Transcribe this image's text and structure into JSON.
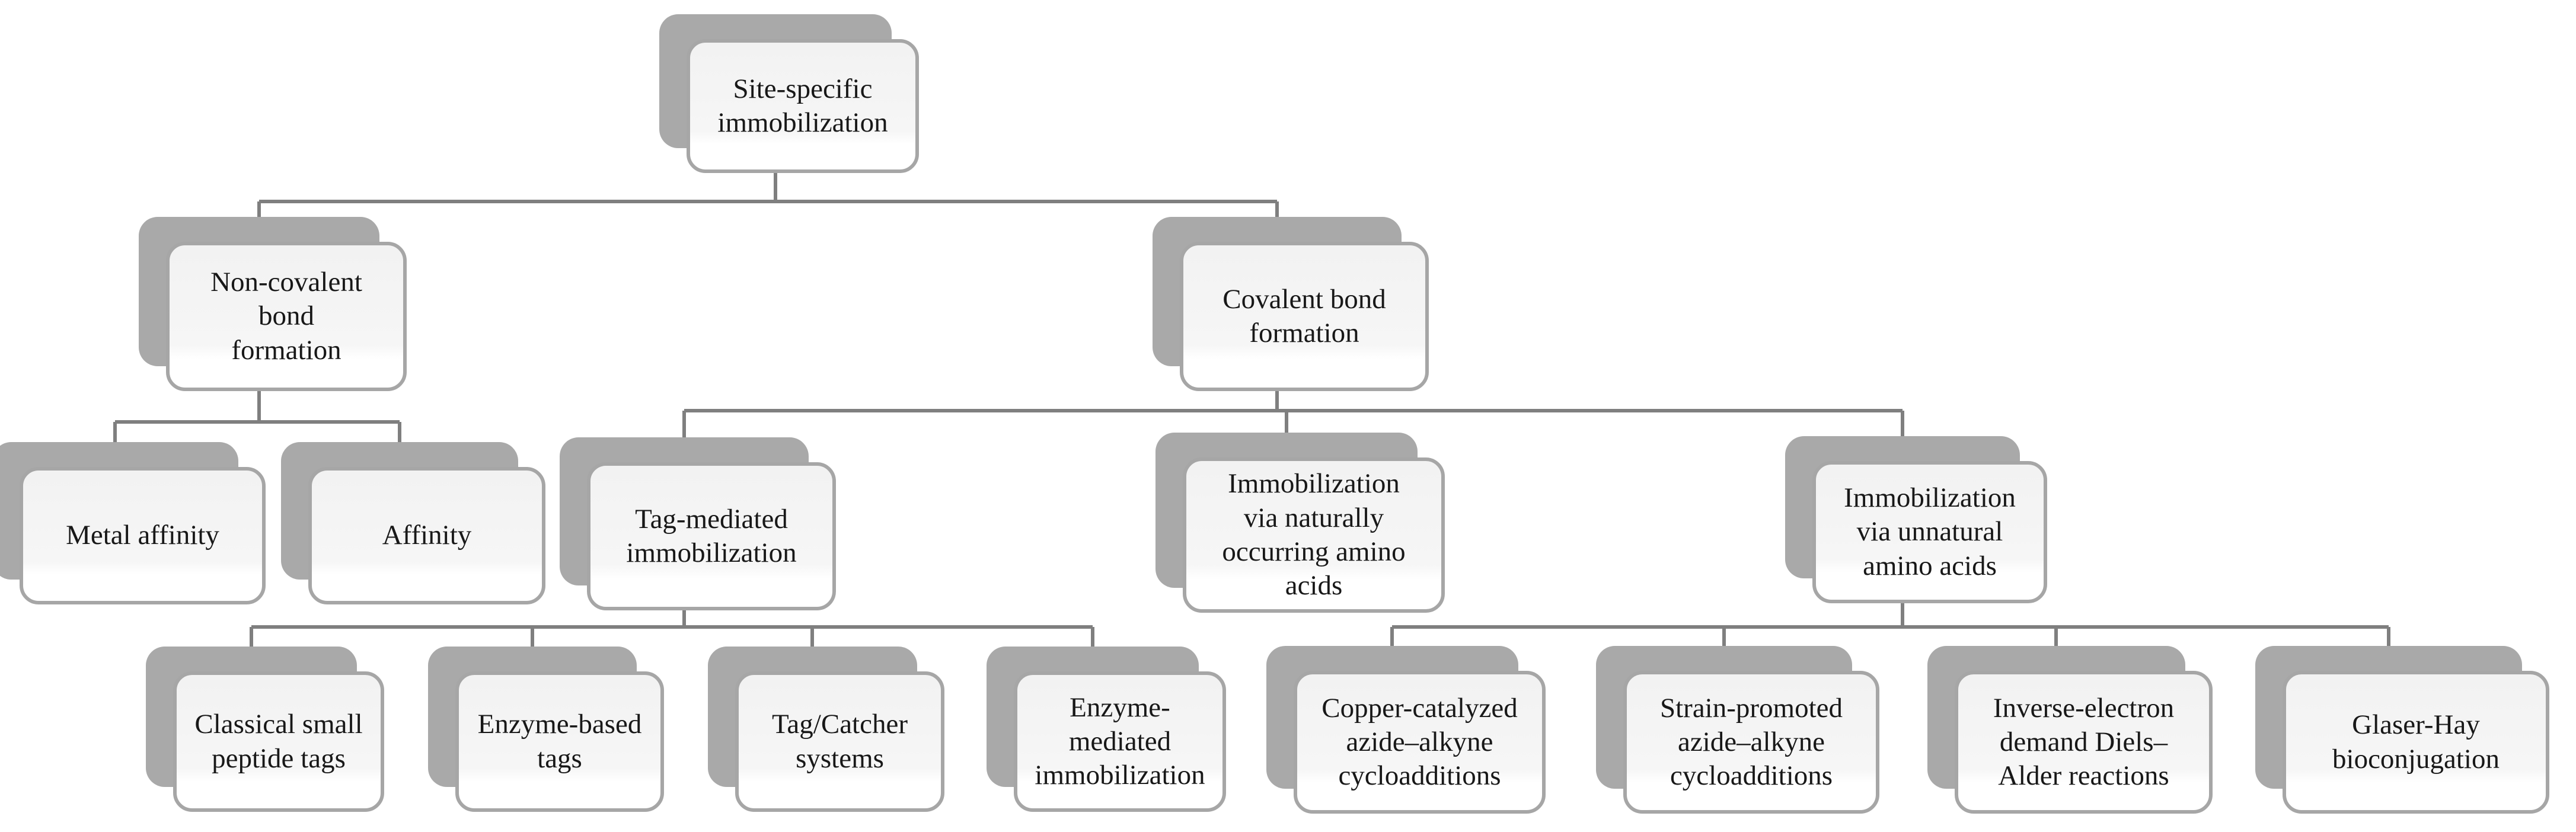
{
  "diagram": {
    "type": "tree",
    "colors": {
      "background": "#ffffff",
      "node_fill_top": "#f2f2f2",
      "node_fill_bottom": "#ffffff",
      "node_border": "#a6a6a6",
      "node_shadow": "#a9a9a9",
      "connector": "#7f7f7f",
      "text": "#181818"
    },
    "tree": {
      "label": "Site-specific\nimmobilization",
      "children": [
        {
          "label": "Non-covalent\nbond\nformation",
          "children": [
            {
              "label": "Metal affinity"
            },
            {
              "label": "Affinity"
            }
          ]
        },
        {
          "label": "Covalent bond\nformation",
          "children": [
            {
              "label": "Tag-mediated\nimmobilization",
              "children": [
                {
                  "label": "Classical small\npeptide tags"
                },
                {
                  "label": "Enzyme-based\ntags"
                },
                {
                  "label": "Tag/Catcher\nsystems"
                },
                {
                  "label": "Enzyme-\nmediated\nimmobilization"
                }
              ]
            },
            {
              "label": "Immobilization\nvia naturally\noccurring amino\nacids"
            },
            {
              "label": "Immobilization\nvia unnatural\namino acids",
              "children": [
                {
                  "label": "Copper-catalyzed\nazide–alkyne\ncycloadditions"
                },
                {
                  "label": "Strain-promoted\nazide–alkyne\ncycloadditions"
                },
                {
                  "label": "Inverse-electron\ndemand Diels–\nAlder reactions"
                },
                {
                  "label": "Glaser-Hay\nbioconjugation"
                }
              ]
            }
          ]
        }
      ]
    }
  }
}
